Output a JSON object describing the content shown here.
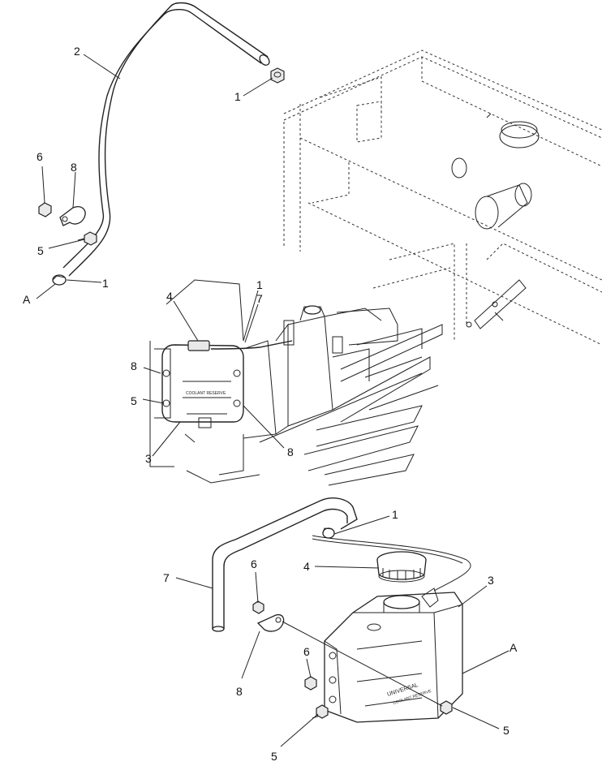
{
  "callouts": {
    "top_2": "2",
    "top_1_clamp": "1",
    "top_6": "6",
    "top_8": "8",
    "top_5": "5",
    "top_A": "A",
    "top_1_lower": "1",
    "mid_1": "1",
    "mid_4": "4",
    "mid_7": "7",
    "mid_8_left": "8",
    "mid_5": "5",
    "mid_3": "3",
    "mid_8_right": "8",
    "bot_1": "1",
    "bot_4": "4",
    "bot_3": "3",
    "bot_7": "7",
    "bot_6_upper": "6",
    "bot_A": "A",
    "bot_6_lower": "6",
    "bot_8": "8",
    "bot_5_right": "5",
    "bot_5_left": "5"
  },
  "tank_labels": {
    "top_line": "UNIVERSAL",
    "bottom_line": "COOLANT RESERVE"
  },
  "icons": {
    "hose": "hose-icon",
    "clamp": "hose-clamp-icon",
    "nut": "hex-nut-icon",
    "bolt": "bolt-icon",
    "bracket": "p-clip-bracket-icon",
    "cap": "filler-cap-icon",
    "tank": "coolant-reservoir-icon"
  }
}
